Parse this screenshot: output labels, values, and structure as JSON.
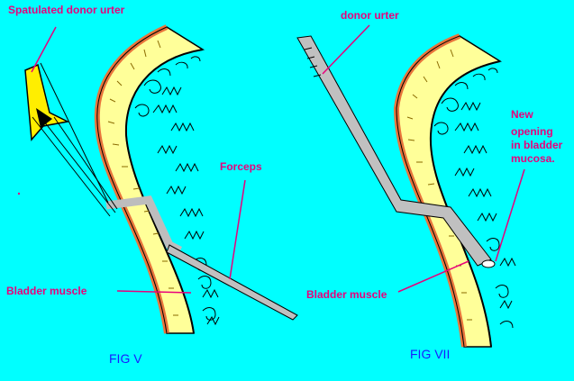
{
  "labels": {
    "spatulated_donor_ureter": "Spatulated donor urter",
    "donor_ureter": "donor urter",
    "forceps": "Forceps",
    "bladder_muscle_left": "Bladder muscle",
    "bladder_muscle_right": "Bladder muscle",
    "new_opening": [
      "New",
      "opening",
      "in bladder",
      "mucosa."
    ],
    "fig_left": "FIG V",
    "fig_right": "FIG VII"
  },
  "colors": {
    "background": "#00ffff",
    "muscle_fill": "#ffff99",
    "serosa": "#e8743b",
    "label_pink": "#e8007c",
    "figure_label": "#1a1aff",
    "instrument": "#c0c0c0"
  }
}
